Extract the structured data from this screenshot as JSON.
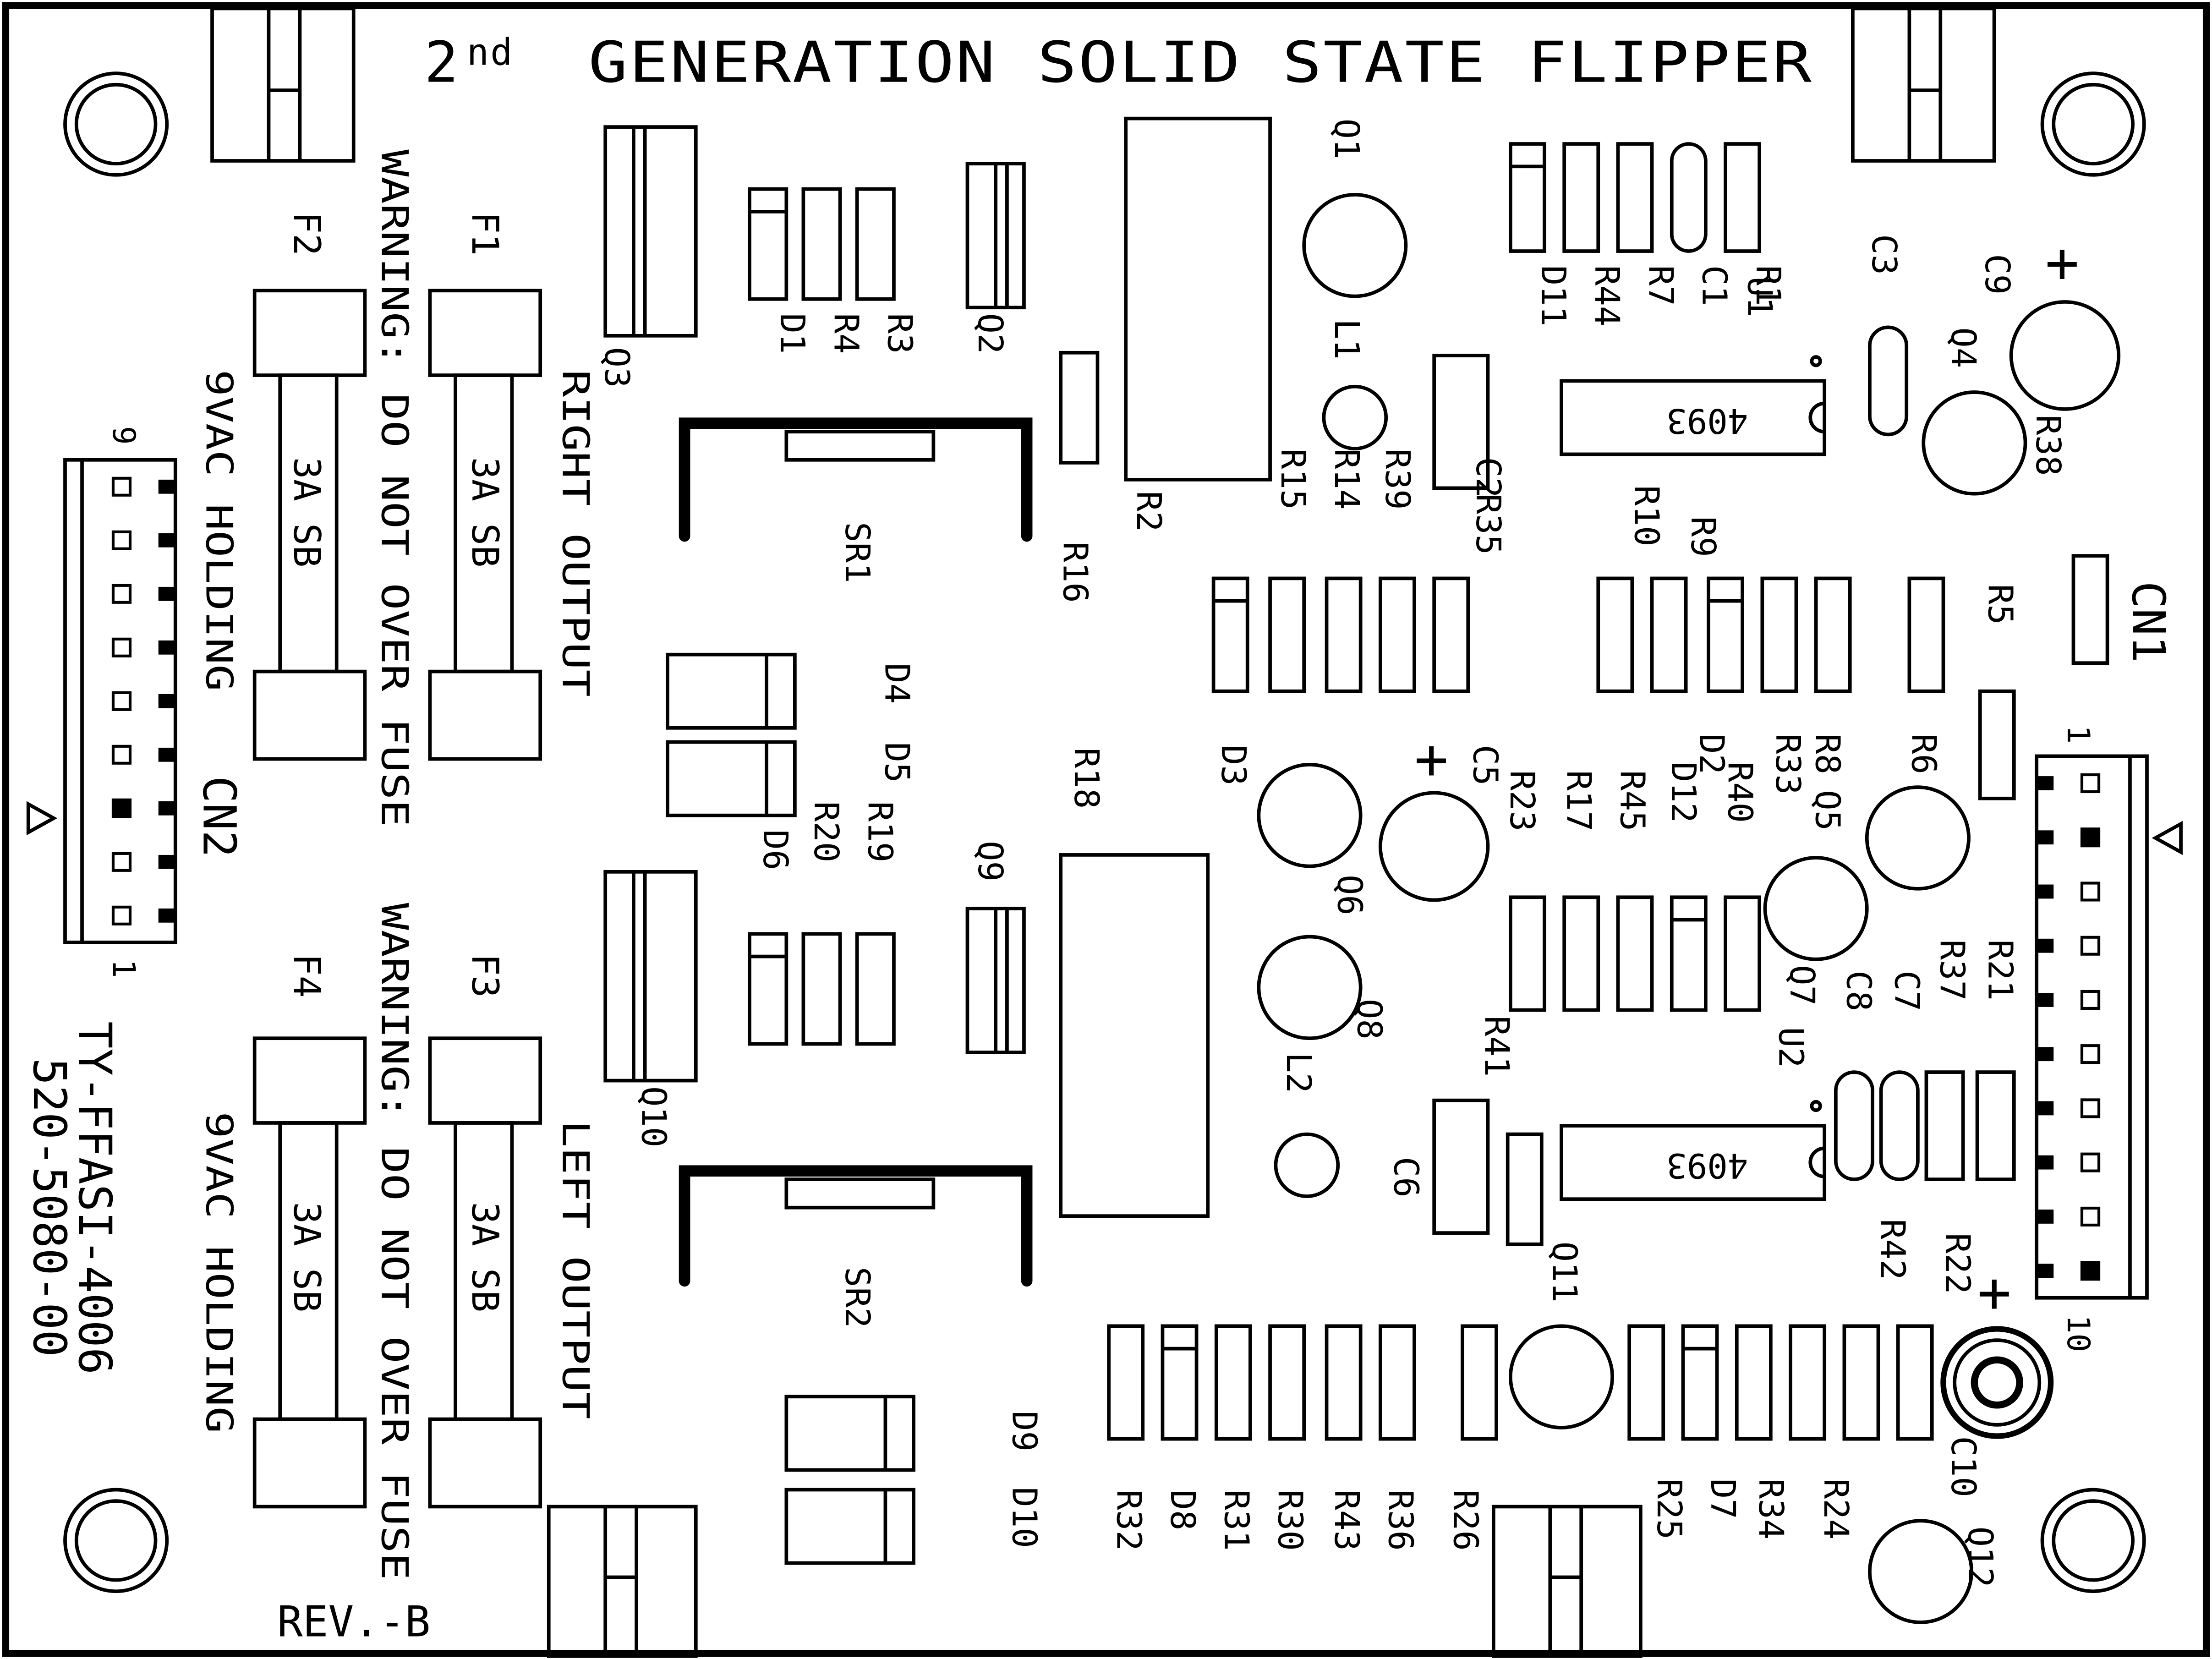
{
  "board": {
    "title_main": "2",
    "title_sup": "nd",
    "title_rest": "GENERATION SOLID STATE FLIPPER",
    "part_number": "TY-FFASI-4006",
    "part_number2": "520-5080-00",
    "revision": "REV.-B",
    "ink_color": "#000000",
    "paper_color": "#ffffff"
  },
  "warnings": {
    "top": "WARNING: DO NOT OVER FUSE",
    "bottom": "WARNING: DO NOT OVER FUSE"
  },
  "outputs": {
    "right": "RIGHT OUTPUT",
    "left": "LEFT OUTPUT"
  },
  "holding": {
    "top": "9VAC HOLDING",
    "bottom": "9VAC HOLDING"
  },
  "fuses": [
    {
      "ref": "F1",
      "rating": "3A SB"
    },
    {
      "ref": "F2",
      "rating": "3A SB"
    },
    {
      "ref": "F3",
      "rating": "3A SB"
    },
    {
      "ref": "F4",
      "rating": "3A SB"
    }
  ],
  "connectors": {
    "cn1": {
      "ref": "CN1",
      "pin_first": "1",
      "pin_last": "10",
      "pins": 10
    },
    "cn2": {
      "ref": "CN2",
      "pin_first": "1",
      "pin_last": "9",
      "pins": 9
    }
  },
  "chips": [
    {
      "ref": "U1",
      "part": "4093"
    },
    {
      "ref": "U2",
      "part": "4093"
    }
  ],
  "labels": {
    "Q1": "Q1",
    "Q2": "Q2",
    "Q3": "Q3",
    "Q4": "Q4",
    "Q5": "Q5",
    "Q6": "Q6",
    "Q7": "Q7",
    "Q8": "Q8",
    "Q9": "Q9",
    "Q10": "Q10",
    "Q11": "Q11",
    "Q12": "Q12",
    "SR1": "SR1",
    "SR2": "SR2",
    "L1": "L1",
    "L2": "L2",
    "C1": "C1",
    "C2": "C2",
    "C3": "C3",
    "C5": "C5",
    "C6": "C6",
    "C7": "C7",
    "C8": "C8",
    "C9": "C9",
    "C10": "C10",
    "D1": "D1",
    "D2": "D2",
    "D3": "D3",
    "D4": "D4",
    "D5": "D5",
    "D6": "D6",
    "D7": "D7",
    "D8": "D8",
    "D9": "D9",
    "D10": "D10",
    "D11": "D11",
    "D12": "D12",
    "R1": "R1",
    "R2": "R2",
    "R3": "R3",
    "R4": "R4",
    "R5": "R5",
    "R6": "R6",
    "R7": "R7",
    "R8": "R8",
    "R9": "R9",
    "R10": "R10",
    "R14": "R14",
    "R15": "R15",
    "R16": "R16",
    "R17": "R17",
    "R18": "R18",
    "R19": "R19",
    "R20": "R20",
    "R21": "R21",
    "R22": "R22",
    "R23": "R23",
    "R24": "R24",
    "R25": "R25",
    "R26": "R26",
    "R30": "R30",
    "R31": "R31",
    "R32": "R32",
    "R33": "R33",
    "R34": "R34",
    "R35": "R35",
    "R36": "R36",
    "R37": "R37",
    "R38": "R38",
    "R39": "R39",
    "R40": "R40",
    "R41": "R41",
    "R42": "R42",
    "R43": "R43",
    "R44": "R44",
    "R45": "R45",
    "plus": "+"
  }
}
